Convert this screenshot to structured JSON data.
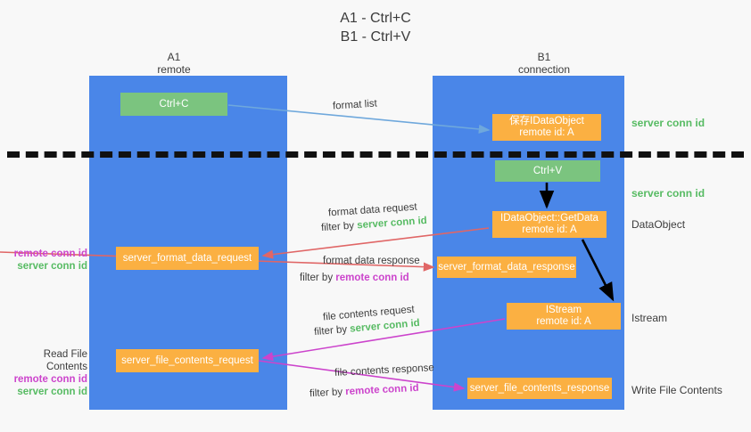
{
  "title": {
    "line1": "A1 - Ctrl+C",
    "line2": "B1 - Ctrl+V"
  },
  "lanes": [
    {
      "name": "A1",
      "sub": "remote",
      "color": "#4a86e8"
    },
    {
      "name": "B1",
      "sub": "connection",
      "color": "#4a86e8"
    }
  ],
  "colors": {
    "lane": "#4a86e8",
    "green_box": "#7bc47f",
    "orange_box": "#fbb042",
    "server_conn_id": "#57bb63",
    "remote_conn_id": "#cc44cc",
    "arrow_blue": "#6fa8dc",
    "arrow_red": "#e06666",
    "arrow_magenta": "#cc44cc",
    "arrow_black": "#000000",
    "divider": "#111111"
  },
  "boxes": {
    "ctrl_c": {
      "label": "Ctrl+C",
      "style": "green"
    },
    "save_idataobject": {
      "line1": "保存IDataObject",
      "line2": "remote id: A",
      "style": "orange"
    },
    "ctrl_v": {
      "label": "Ctrl+V",
      "style": "green"
    },
    "getdata": {
      "line1": "IDataObject::GetData",
      "line2": "remote id: A",
      "style": "orange"
    },
    "istream": {
      "line1": "IStream",
      "line2": "remote id: A",
      "style": "orange"
    },
    "server_format_data_request": {
      "label": "server_format_data_request",
      "style": "orange"
    },
    "server_format_data_response": {
      "label": "server_format_data_response",
      "style": "orange"
    },
    "server_file_contents_request": {
      "label": "server_file_contents_request",
      "style": "orange"
    },
    "server_file_contents_response": {
      "label": "server_file_contents_response",
      "style": "orange"
    }
  },
  "edge_labels": {
    "format_list": "format list",
    "format_data_request": "format data request",
    "format_data_request_filter_prefix": "filter by ",
    "format_data_request_filter_value": "server conn id",
    "format_data_response": "format data response",
    "format_data_response_filter_prefix": "filter by ",
    "format_data_response_filter_value": "remote conn id",
    "file_contents_request": "file contents request",
    "file_contents_request_filter_prefix": "filter by ",
    "file_contents_request_filter_value": "server conn id",
    "file_contents_response": "file contents response",
    "file_contents_response_filter_prefix": "filter by ",
    "file_contents_response_filter_value": "remote conn id"
  },
  "right_labels": {
    "server_conn_id_top": "server conn id",
    "server_conn_id_mid": "server conn id",
    "dataobject": "DataObject",
    "istream": "Istream",
    "write_file_contents": "Write File Contents"
  },
  "left_labels": {
    "group1_remote": "remote conn id",
    "group1_server": "server conn id",
    "read_file_contents": "Read File Contents",
    "group2_remote": "remote conn id",
    "group2_server": "server conn id"
  }
}
